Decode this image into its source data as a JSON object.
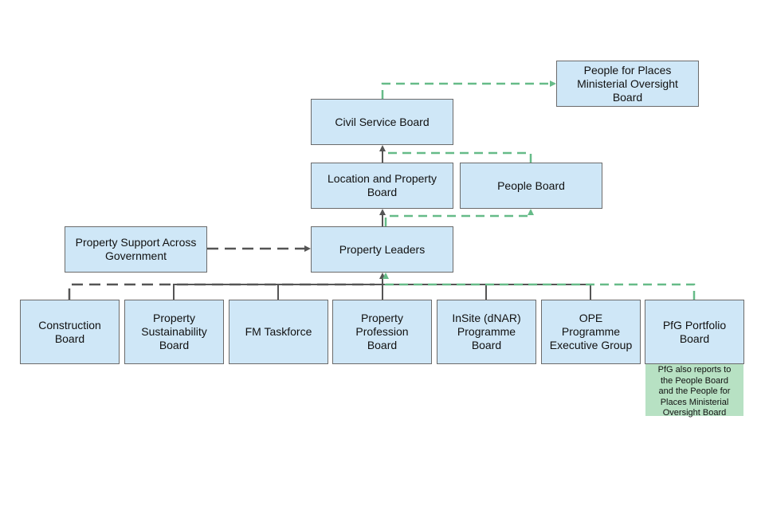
{
  "colors": {
    "box_fill": "#cfe7f7",
    "box_border": "#6b6b6b",
    "dark_line": "#555555",
    "green_line": "#66bb88",
    "note_fill": "#b7e1c3"
  },
  "nodes": {
    "people_for_places": "People for Places\nMinisterial Oversight\nBoard",
    "civil_service": "Civil Service Board",
    "location_property": "Location and Property\nBoard",
    "people_board": "People Board",
    "property_support": "Property Support Across\nGovernment",
    "property_leaders": "Property Leaders",
    "construction": "Construction\nBoard",
    "sustainability": "Property\nSustainability\nBoard",
    "fm_taskforce": "FM Taskforce",
    "profession": "Property\nProfession\nBoard",
    "insite": "InSite (dNAR)\nProgramme\nBoard",
    "ope": "OPE\nProgramme\nExecutive Group",
    "pfg": "PfG Portfolio\nBoard"
  },
  "note": {
    "pfg_note": "PfG also reports to\nthe People Board\nand the People for\nPlaces Ministerial\nOversight Board"
  },
  "connectors": [
    {
      "from": "property_support",
      "to": "property_leaders",
      "style": "dashed",
      "color": "dark"
    },
    {
      "from": "property_leaders",
      "to": "location_property",
      "style": "solid",
      "color": "dark"
    },
    {
      "from": "location_property",
      "to": "civil_service",
      "style": "solid",
      "color": "dark"
    },
    {
      "from": "people_board",
      "to": "civil_service",
      "style": "dashed",
      "color": "green"
    },
    {
      "from": "property_leaders",
      "to": "people_board",
      "style": "dashed",
      "color": "green"
    },
    {
      "from": "civil_service",
      "to": "people_for_places",
      "style": "dashed",
      "color": "green"
    },
    {
      "from": "sustainability",
      "to": "property_leaders",
      "style": "solid",
      "color": "dark"
    },
    {
      "from": "fm_taskforce",
      "to": "property_leaders",
      "style": "solid",
      "color": "dark"
    },
    {
      "from": "profession",
      "to": "property_leaders",
      "style": "solid",
      "color": "dark"
    },
    {
      "from": "insite",
      "to": "property_leaders",
      "style": "solid",
      "color": "dark"
    },
    {
      "from": "ope",
      "to": "property_leaders",
      "style": "solid",
      "color": "dark"
    },
    {
      "from": "construction",
      "to": "property_leaders",
      "style": "dashed",
      "color": "dark"
    },
    {
      "from": "pfg",
      "to": "property_leaders",
      "style": "dashed",
      "color": "green"
    }
  ]
}
